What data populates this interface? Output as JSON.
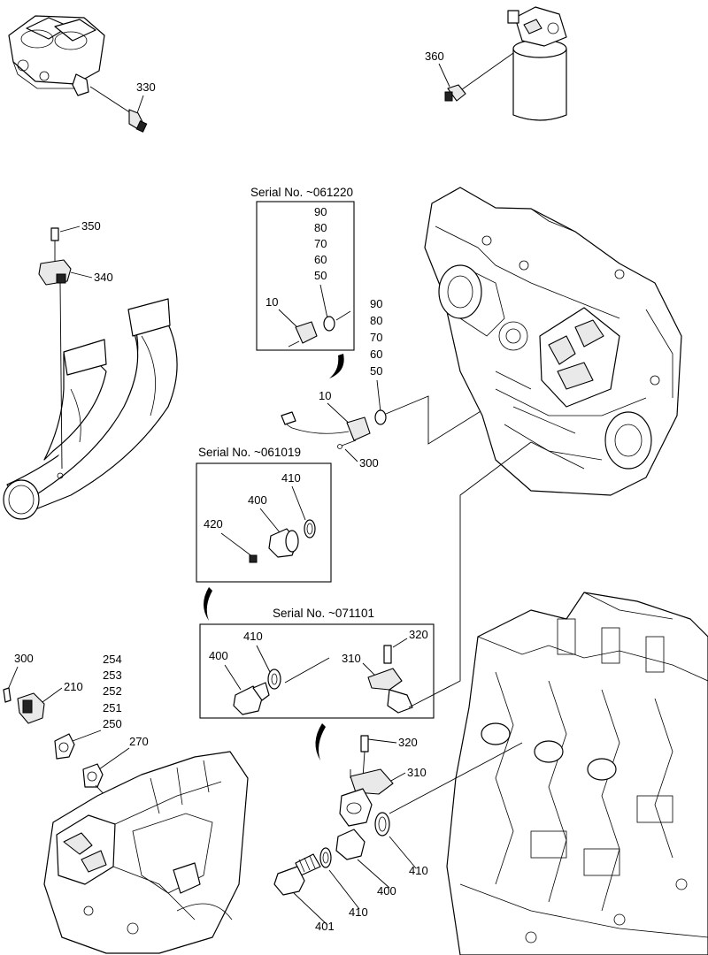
{
  "headers": {
    "s061220": "Serial No. ~061220",
    "s061019": "Serial No. ~061019",
    "s071101": "Serial No. ~071101"
  },
  "labels": {
    "p330": "330",
    "p360": "360",
    "p350": "350",
    "p340": "340",
    "box1_90": "90",
    "box1_80": "80",
    "box1_70": "70",
    "box1_60": "60",
    "box1_50": "50",
    "box1_10": "10",
    "p90": "90",
    "p80": "80",
    "p70": "70",
    "p60": "60",
    "p50": "50",
    "p10": "10",
    "p300a": "300",
    "box2_410": "410",
    "box2_400": "400",
    "box2_420": "420",
    "box3_410": "410",
    "box3_320": "320",
    "box3_400": "400",
    "box3_310": "310",
    "p300b": "300",
    "p210": "210",
    "p254": "254",
    "p253": "253",
    "p252": "252",
    "p251": "251",
    "p250": "250",
    "p270": "270",
    "p320": "320",
    "p310": "310",
    "p410a": "410",
    "p400": "400",
    "p410b": "410",
    "p401": "401"
  }
}
